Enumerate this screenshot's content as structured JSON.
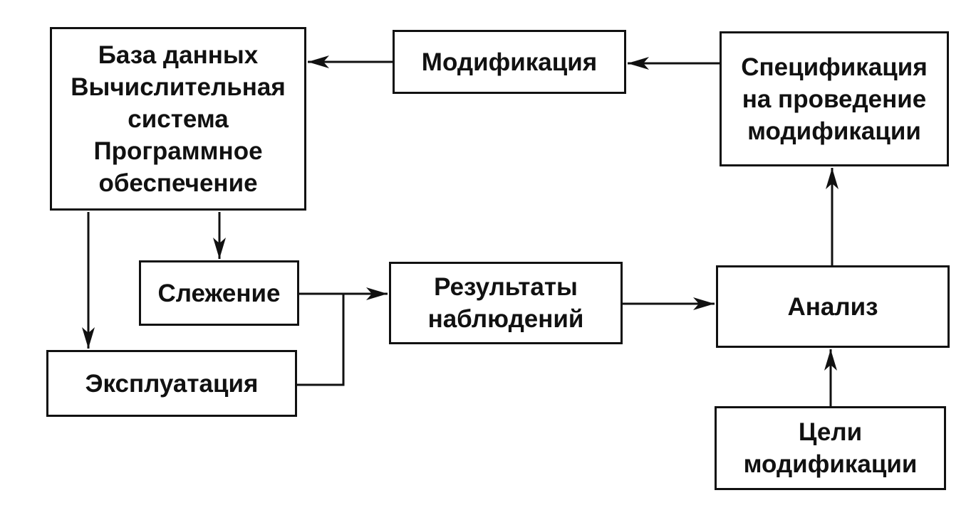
{
  "diagram": {
    "nodes": {
      "database": {
        "lines": [
          "База данных",
          "Вычислительная",
          "система",
          "Программное",
          "обеспечение"
        ]
      },
      "modification": {
        "label": "Модификация"
      },
      "specification": {
        "lines": [
          "Спецификация",
          "на проведение",
          "модификации"
        ]
      },
      "tracking": {
        "label": "Слежение"
      },
      "results": {
        "lines": [
          "Результаты",
          "наблюдений"
        ]
      },
      "analysis": {
        "label": "Анализ"
      },
      "exploitation": {
        "label": "Эксплуатация"
      },
      "goals": {
        "lines": [
          "Цели",
          "модификации"
        ]
      }
    },
    "edges": [
      {
        "from": "modification",
        "to": "database"
      },
      {
        "from": "specification",
        "to": "modification"
      },
      {
        "from": "database",
        "to": "tracking"
      },
      {
        "from": "database",
        "to": "exploitation"
      },
      {
        "from": "tracking",
        "to": "results"
      },
      {
        "from": "exploitation",
        "to": "results"
      },
      {
        "from": "results",
        "to": "analysis"
      },
      {
        "from": "analysis",
        "to": "specification"
      },
      {
        "from": "goals",
        "to": "analysis"
      }
    ]
  }
}
